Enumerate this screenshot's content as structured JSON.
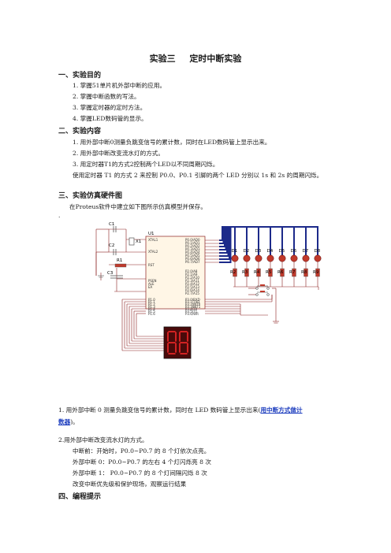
{
  "title": {
    "main": "实验三",
    "sub": "定时中断实验"
  },
  "sections": [
    {
      "heading": "一、实验目的",
      "items": [
        "1.  掌握51单片机外部中断的应用。",
        "2.  掌握中断函数的写法。",
        "3.  掌握定时器的定时方法。",
        "4.  掌握LED数码管的显示。"
      ]
    },
    {
      "heading": "二、实验内容",
      "items": [
        "1.  用外部中断0测量负跳变信号的累计数，同时在LED数码管上显示出来。",
        "2.  用外部中断改变流水灯的方式。",
        "3.  用定时器T1的方式2控制两个LED以不同周期闪烁。"
      ],
      "note": "使用定时器 T1 的方式 2 来控制 P0.0、P0.1 引脚的两个 LED 分别以 1s 和 2s 的周期闪烁。"
    },
    {
      "heading": "三、实验仿真硬件图",
      "intro": "在Proteus软件中建立如下图所示仿真模型并保存。"
    }
  ],
  "bullet": "·",
  "circuit": {
    "u1": "U1",
    "x1": "X1",
    "c1": "C1",
    "c2": "C2",
    "c3": "C3",
    "r1": "R1",
    "leds": [
      "D1",
      "D2",
      "D3",
      "D4",
      "D5",
      "D6",
      "D7",
      "D8"
    ],
    "resistors": [
      "R2",
      "R3",
      "R4",
      "R5",
      "R6",
      "R7",
      "R8",
      "R9"
    ],
    "led_color": "#c0392b",
    "wire_color": "#1c2a8a"
  },
  "para1": {
    "prefix": "1.  用外部中断 0 测量负跳变信号的累计数，同时在 LED 数码管上显示出来(",
    "link1": "用中断方式做计",
    "link2": "数器",
    "suffix": ")。"
  },
  "para2": {
    "heading": "2.用外部中断改变流水灯的方式。",
    "lines": [
      "中断前：开始时，P0.0~P0.7 的 8 个灯依次点亮。",
      "外部中断 0：P0.0~P0.7 的左右 4 个灯闪烁亮 8 次",
      "外部中断 1：   P0.0~P0.7 的 8 个灯间隔闪烁 8 次",
      "改变中断优先级和保护现场，观察运行结果"
    ]
  },
  "section4": {
    "heading": "四、编程提示"
  }
}
